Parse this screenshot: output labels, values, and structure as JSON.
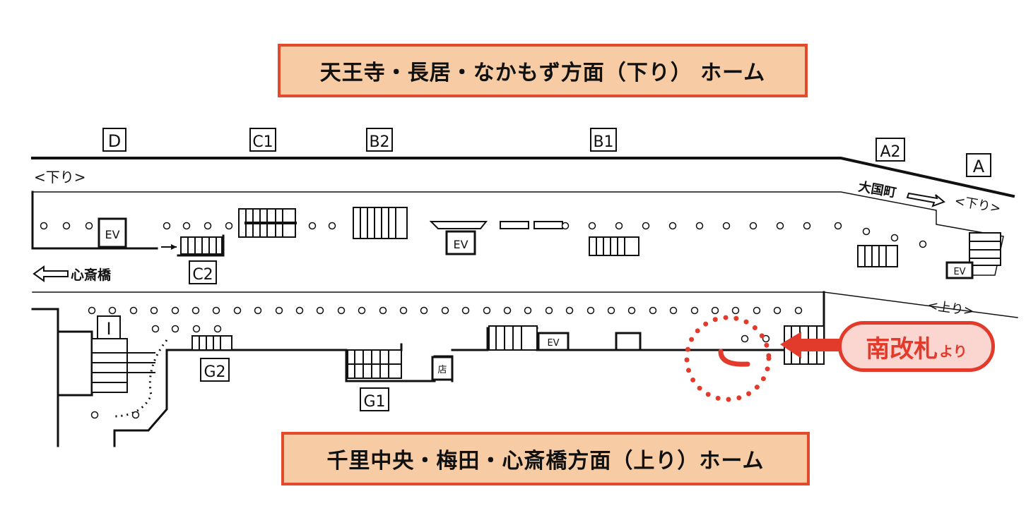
{
  "banners": {
    "top": "天王寺・長居・なかもず方面（下り） ホーム",
    "bottom": "千里中央・梅田・心斎橋方面（上り）ホーム"
  },
  "exits": {
    "D": "D",
    "C1": "C1",
    "B2": "B2",
    "B1": "B1",
    "A2": "A2",
    "A": "A",
    "C2": "C2",
    "I": "I",
    "G2": "G2",
    "G1": "G1"
  },
  "labels": {
    "down_left": "<下り>",
    "down_right": "<下り>",
    "up_right": "<上り>",
    "daikokucho": "大国町",
    "shinsaibashi": "心斎橋",
    "ev": "EV",
    "shop": "店"
  },
  "callout": {
    "main": "南改札",
    "sub": "より"
  },
  "colors": {
    "banner_fill": "#f7cca4",
    "banner_border": "#e24a2b",
    "accent_red": "#e23b2b",
    "callout_fill": "#fbd6d0",
    "line": "#111111"
  },
  "icons": [
    "arrow-right-icon",
    "arrow-left-icon",
    "red-arrow-icon",
    "dotted-circle-marker"
  ]
}
